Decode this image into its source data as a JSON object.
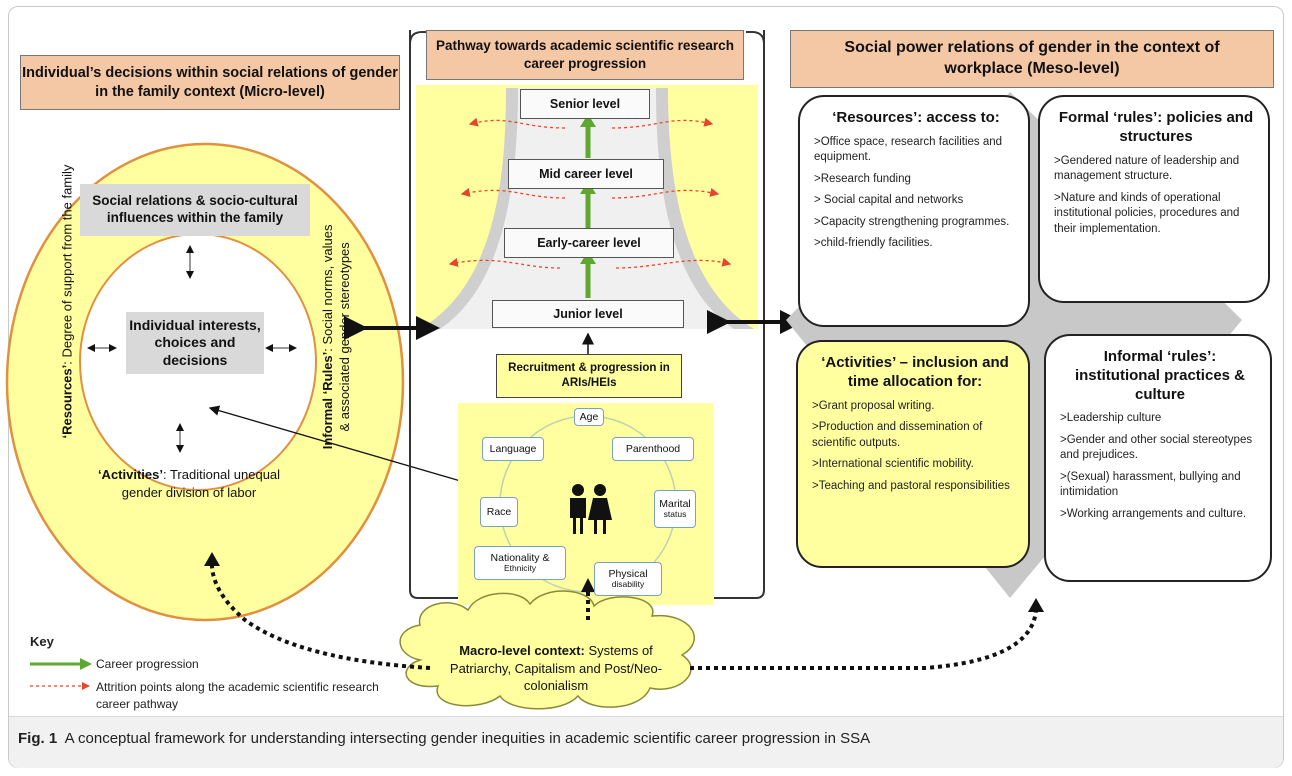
{
  "micro": {
    "title": "Individual’s decisions within social relations of gender in the family context (Micro-level)",
    "social_relations": "Social relations & socio-cultural influences within the family",
    "individual": "Individual interests, choices and decisions",
    "resources_label": "‘Resources’",
    "resources_text": ": Degree of support from the family",
    "rules_label": "Informal ‘Rules’",
    "rules_text": ": Social norms, values & associated gender stereotypes",
    "activities_label": "‘Activities’",
    "activities_text": ": Traditional unequal gender division of labor"
  },
  "pathway": {
    "title": "Pathway towards academic scientific research career progression",
    "levels": [
      "Senior level",
      "Mid career level",
      "Early-career level",
      "Junior level"
    ],
    "recruitment": "Recruitment & progression in ARIs/HEIs",
    "factors": {
      "age": "Age",
      "language": "Language",
      "parenthood": "Parenthood",
      "race": "Race",
      "marital_main": "Marital",
      "marital_sub": "status",
      "nationality_main": "Nationality &",
      "nationality_sub": "Ethnicity",
      "physical_main": "Physical",
      "physical_sub": "disability"
    }
  },
  "meso": {
    "title": "Social power relations of gender in the context of workplace (Meso-level)",
    "resources": {
      "heading": "‘Resources’: access to:",
      "items": [
        ">Office space, research facilities and equipment.",
        ">Research funding",
        "> Social capital and networks",
        ">Capacity strengthening programmes.",
        ">child-friendly facilities."
      ]
    },
    "formal_rules": {
      "heading": "Formal ‘rules’: policies and structures",
      "items": [
        ">Gendered nature of leadership and management structure.",
        ">Nature and kinds of operational institutional policies, procedures and their implementation."
      ]
    },
    "activities": {
      "heading": "‘Activities’ – inclusion and time allocation for:",
      "items": [
        ">Grant proposal writing.",
        ">Production and dissemination of scientific outputs.",
        ">International scientific mobility.",
        ">Teaching and pastoral responsibilities"
      ]
    },
    "informal_rules": {
      "heading": "Informal ‘rules’: institutional practices & culture",
      "items": [
        ">Leadership culture",
        ">Gender and other social stereotypes and prejudices.",
        ">(Sexual) harassment, bullying and intimidation",
        ">Working arrangements and culture."
      ]
    }
  },
  "macro": {
    "label": "Macro-level context:",
    "text": " Systems of Patriarchy, Capitalism and Post/Neo-colonialism"
  },
  "key": {
    "title": "Key",
    "career": "Career progression",
    "attrition": "Attrition points along the academic scientific research career pathway"
  },
  "caption": {
    "label": "Fig. 1",
    "text": "  A conceptual framework for understanding intersecting gender inequities in academic scientific career progression in SSA"
  },
  "colors": {
    "title_fill": "#f4c7a5",
    "yellow": "#ffff9f",
    "green_arrow": "#5ea832",
    "red_dash": "#e8442c",
    "grey_panel": "#c8c8c8"
  }
}
